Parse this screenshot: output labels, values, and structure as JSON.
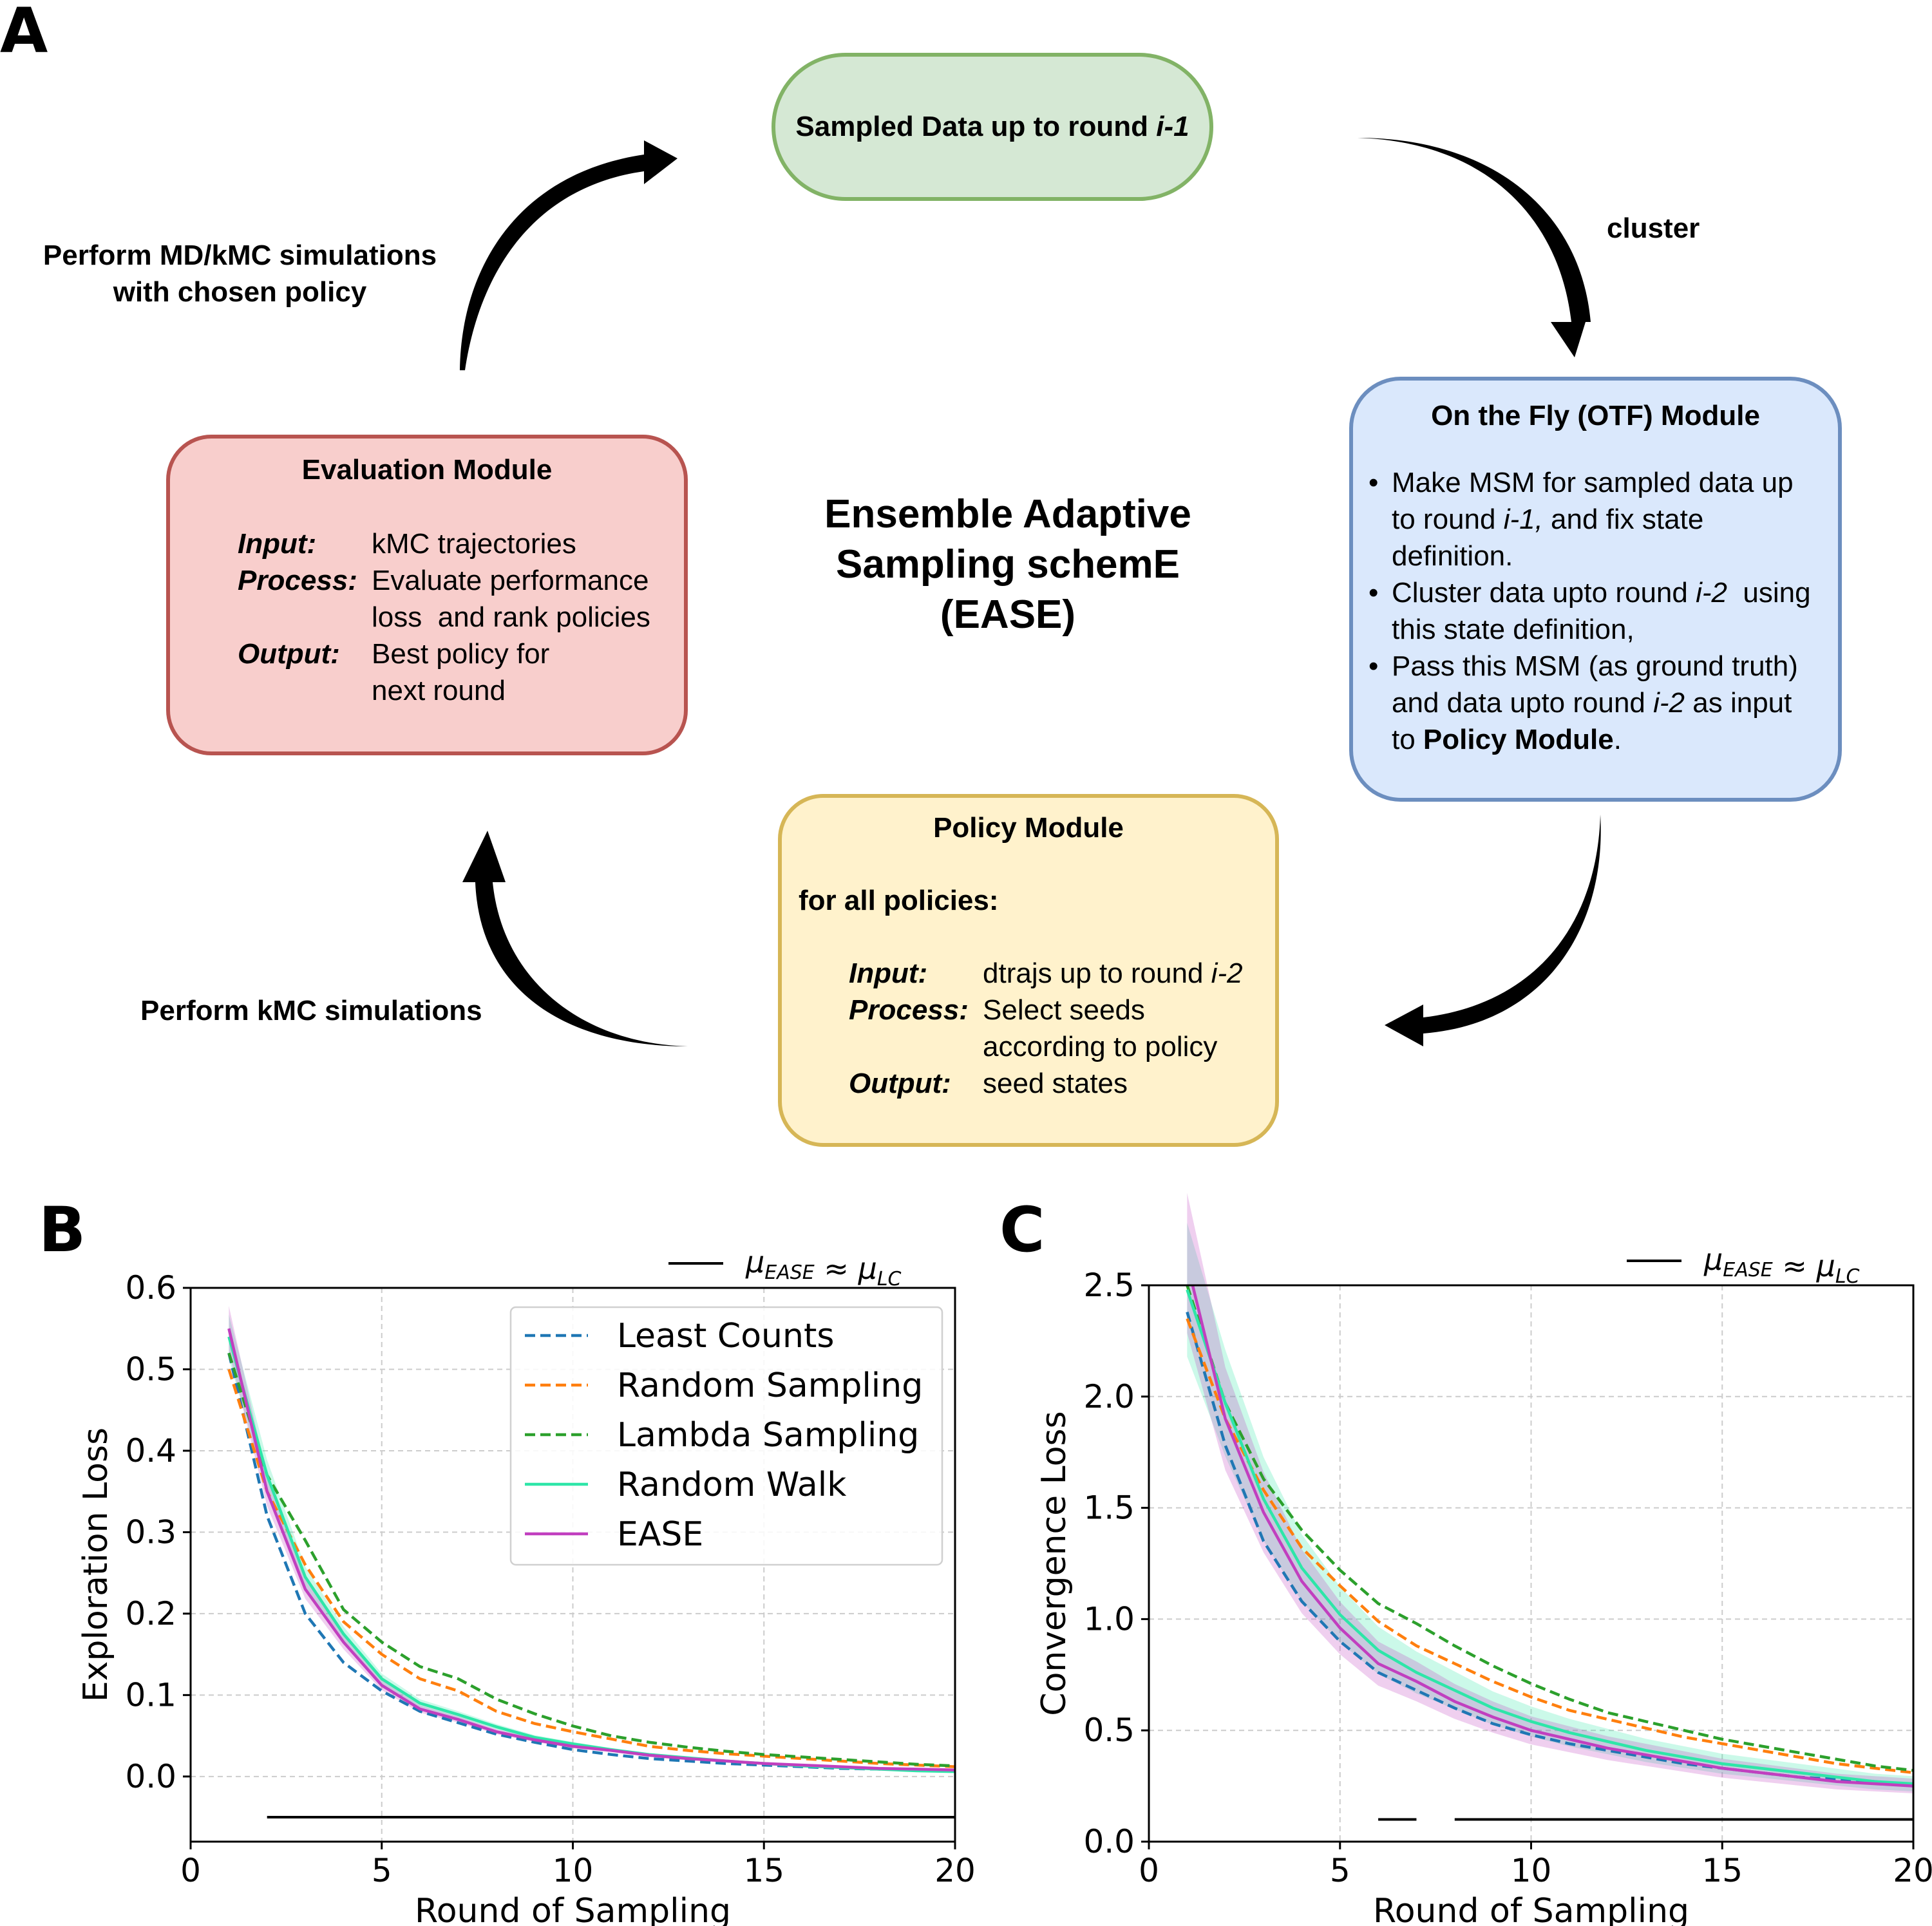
{
  "panel_a": {
    "letter": "A",
    "sampled_box": {
      "text": "Sampled Data up to round ",
      "round": "i-1"
    },
    "cluster_label": "cluster",
    "otf_box": {
      "title": "On the Fly (OTF) Module",
      "b1_l1": "Make MSM for sampled data up",
      "b1_l2a": "to round ",
      "b1_l2i": "i-1,",
      "b1_l2b": " and fix state",
      "b1_l3": "definition.",
      "b2_l1a": "Cluster data upto round ",
      "b2_l1i": "i-2",
      "b2_l1b": "  using",
      "b2_l2": "this state definition,",
      "b3_l1": "Pass this MSM (as ground truth)",
      "b3_l2a": "and data upto round ",
      "b3_l2i": "i-2",
      "b3_l2b": " as input",
      "b3_l3a": "to ",
      "b3_l3b": "Policy Module",
      "b3_l3c": "."
    },
    "eval_box": {
      "title": "Evaluation Module",
      "input_label": "Input:",
      "input_val": "kMC trajectories",
      "process_label": "Process:",
      "process_val1": "Evaluate performance",
      "process_val2": "loss  and rank policies",
      "output_label": "Output:",
      "output_val1": "Best policy for",
      "output_val2": "next round"
    },
    "center_title": {
      "l1": "Ensemble Adaptive",
      "l2": "Sampling schemE",
      "l3": "(EASE)"
    },
    "policy_box": {
      "title": "Policy Module",
      "for_all": "for all policies:",
      "input_label": "Input:",
      "input_val": "dtrajs up to round ",
      "input_round": "i-2",
      "process_label": "Process:",
      "process_val1": "Select seeds",
      "process_val2": "according to policy",
      "output_label": "Output:",
      "output_val": "seed states"
    },
    "md_label_l1": "Perform MD/kMC simulations",
    "md_label_l2": "with chosen policy",
    "kmc_label": "Perform kMC simulations",
    "colors": {
      "green_fill": "#d5e8d4",
      "green_border": "#82b366",
      "blue_fill": "#dae8fc",
      "blue_border": "#6c8ebf",
      "red_fill": "#f8cecc",
      "red_border": "#b85450",
      "yellow_fill": "#fff2cc",
      "yellow_border": "#d6b656"
    }
  },
  "chart_data": [
    {
      "panel": "B",
      "type": "line",
      "xlabel": "Round of Sampling",
      "ylabel": "Exploration Loss",
      "xlim": [
        0,
        20
      ],
      "ylim": [
        -0.08,
        0.6
      ],
      "xticks": [
        0,
        5,
        10,
        15,
        20
      ],
      "yticks": [
        0.0,
        0.1,
        0.2,
        0.3,
        0.4,
        0.5,
        0.6
      ],
      "ytick_labels": [
        "0.0",
        "0.1",
        "0.2",
        "0.3",
        "0.4",
        "0.5",
        "0.6"
      ],
      "grid": true,
      "legend_position": "top-right",
      "significance_label": "μ_EASE ≈ μ_LC",
      "significance_segments": [
        [
          2,
          20
        ]
      ],
      "significance_y": -0.05,
      "x": [
        1,
        2,
        3,
        4,
        5,
        6,
        7,
        8,
        9,
        10,
        11,
        12,
        13,
        14,
        15,
        16,
        17,
        18,
        19,
        20
      ],
      "series": [
        {
          "name": "Least Counts",
          "color": "#1f77b4",
          "style": "dashed",
          "values": [
            0.52,
            0.32,
            0.2,
            0.14,
            0.105,
            0.08,
            0.066,
            0.052,
            0.042,
            0.033,
            0.027,
            0.022,
            0.019,
            0.016,
            0.014,
            0.012,
            0.01,
            0.009,
            0.008,
            0.007
          ]
        },
        {
          "name": "Random Sampling",
          "color": "#ff7f0e",
          "style": "dashed",
          "values": [
            0.5,
            0.35,
            0.26,
            0.19,
            0.15,
            0.12,
            0.105,
            0.08,
            0.065,
            0.055,
            0.046,
            0.037,
            0.032,
            0.028,
            0.025,
            0.022,
            0.019,
            0.016,
            0.014,
            0.012
          ]
        },
        {
          "name": "Lambda Sampling",
          "color": "#2ca02c",
          "style": "dashed",
          "values": [
            0.52,
            0.37,
            0.29,
            0.205,
            0.165,
            0.135,
            0.12,
            0.095,
            0.077,
            0.062,
            0.05,
            0.042,
            0.036,
            0.031,
            0.027,
            0.024,
            0.021,
            0.018,
            0.015,
            0.013
          ]
        },
        {
          "name": "Random Walk",
          "color": "#2ee6a8",
          "style": "solid",
          "values": [
            0.54,
            0.37,
            0.245,
            0.175,
            0.12,
            0.09,
            0.076,
            0.061,
            0.048,
            0.04,
            0.033,
            0.027,
            0.023,
            0.019,
            0.016,
            0.013,
            0.011,
            0.009,
            0.007,
            0.006
          ]
        },
        {
          "name": "EASE",
          "color": "#c13fbf",
          "style": "solid",
          "values": [
            0.55,
            0.35,
            0.23,
            0.165,
            0.112,
            0.083,
            0.07,
            0.055,
            0.045,
            0.037,
            0.032,
            0.026,
            0.022,
            0.019,
            0.016,
            0.014,
            0.012,
            0.01,
            0.009,
            0.008
          ]
        }
      ]
    },
    {
      "panel": "C",
      "type": "line",
      "xlabel": "Round of Sampling",
      "ylabel": "Convergence Loss",
      "xlim": [
        0,
        20
      ],
      "ylim": [
        0,
        2.5
      ],
      "xticks": [
        0,
        5,
        10,
        15,
        20
      ],
      "yticks": [
        0.0,
        0.5,
        1.0,
        1.5,
        2.0,
        2.5
      ],
      "ytick_labels": [
        "0.0",
        "0.5",
        "1.0",
        "1.5",
        "2.0",
        "2.5"
      ],
      "grid": true,
      "significance_label": "μ_EASE ≈ μ_LC",
      "significance_segments": [
        [
          6,
          7
        ],
        [
          8,
          20
        ]
      ],
      "significance_y": 0.1,
      "x": [
        1,
        2,
        3,
        4,
        5,
        6,
        7,
        8,
        9,
        10,
        11,
        12,
        13,
        14,
        15,
        16,
        17,
        18,
        19,
        20
      ],
      "series": [
        {
          "name": "Least Counts",
          "color": "#1f77b4",
          "style": "dashed",
          "values": [
            2.38,
            1.78,
            1.35,
            1.08,
            0.9,
            0.76,
            0.68,
            0.6,
            0.53,
            0.48,
            0.44,
            0.41,
            0.38,
            0.35,
            0.33,
            0.31,
            0.29,
            0.28,
            0.27,
            0.25
          ]
        },
        {
          "name": "Random Sampling",
          "color": "#ff7f0e",
          "style": "dashed",
          "values": [
            2.35,
            1.9,
            1.58,
            1.32,
            1.15,
            0.99,
            0.88,
            0.8,
            0.72,
            0.65,
            0.59,
            0.55,
            0.51,
            0.47,
            0.44,
            0.41,
            0.38,
            0.35,
            0.33,
            0.31
          ]
        },
        {
          "name": "Lambda Sampling",
          "color": "#2ca02c",
          "style": "dashed",
          "values": [
            2.5,
            1.97,
            1.63,
            1.4,
            1.22,
            1.07,
            0.98,
            0.88,
            0.79,
            0.71,
            0.64,
            0.58,
            0.54,
            0.5,
            0.46,
            0.43,
            0.4,
            0.37,
            0.34,
            0.32
          ]
        },
        {
          "name": "Random Walk",
          "color": "#2ee6a8",
          "style": "solid",
          "values": [
            2.48,
            1.97,
            1.54,
            1.23,
            1.02,
            0.86,
            0.76,
            0.68,
            0.6,
            0.54,
            0.49,
            0.45,
            0.41,
            0.38,
            0.35,
            0.33,
            0.31,
            0.29,
            0.27,
            0.26
          ]
        },
        {
          "name": "EASE",
          "color": "#c13fbf",
          "style": "solid",
          "values": [
            2.6,
            1.9,
            1.48,
            1.17,
            0.96,
            0.8,
            0.72,
            0.63,
            0.56,
            0.5,
            0.46,
            0.42,
            0.39,
            0.36,
            0.33,
            0.31,
            0.29,
            0.27,
            0.26,
            0.25
          ]
        }
      ]
    }
  ],
  "panel_letters": {
    "b": "B",
    "c": "C"
  }
}
